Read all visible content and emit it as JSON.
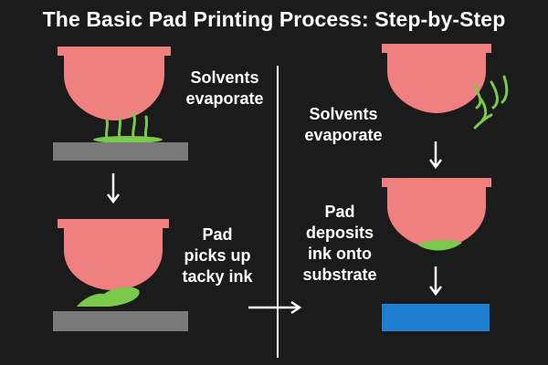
{
  "title": "The Basic Pad Printing Process: Step-by-Step",
  "labels": {
    "step1": [
      "Solvents",
      "evaporate"
    ],
    "step2": [
      "Pad",
      "picks up",
      "tacky ink"
    ],
    "step3": [
      "Solvents",
      "evaporate"
    ],
    "step4": [
      "Pad",
      "deposits",
      "ink onto",
      "substrate"
    ]
  },
  "colors": {
    "background": "#1b1b1b",
    "pad": "#f08080",
    "ink": "#7ac94a",
    "substrate": "#7a7a7a",
    "target_substrate": "#1e7fd0",
    "arrow": "#ffffff"
  }
}
